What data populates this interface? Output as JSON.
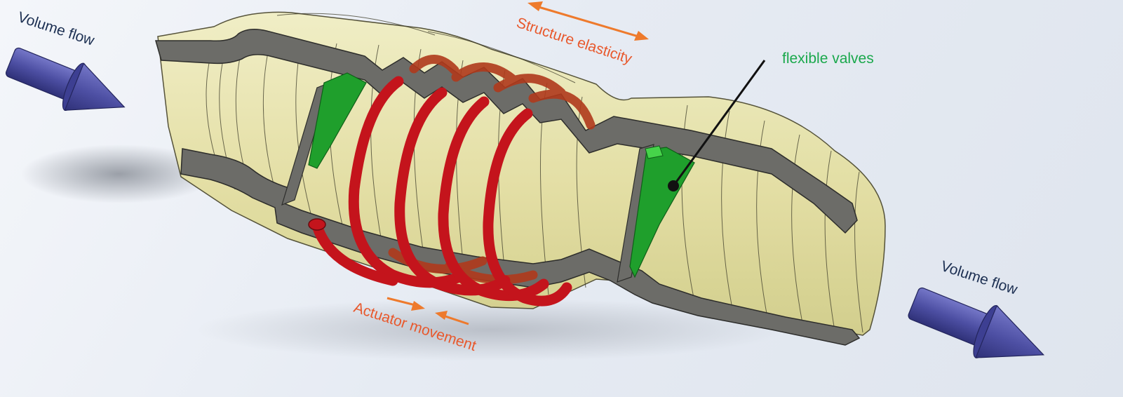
{
  "labels": {
    "inlet_flow": "Volume flow",
    "outlet_flow": "Volume flow",
    "structure": "Structure elasticity",
    "actuator": "Actuator movement",
    "valves": "flexible valves"
  },
  "colors": {
    "flow_arrow": "#4d4fa3",
    "label_navy": "#1c2f52",
    "label_orange": "#e8582c",
    "arrow_orange": "#ee7a2c",
    "label_green": "#1aa84c",
    "tube_fill": "#e6e2a8",
    "tube_wall": "#6a6a66",
    "valve": "#1f9f2c",
    "coil": "#c4141c"
  }
}
